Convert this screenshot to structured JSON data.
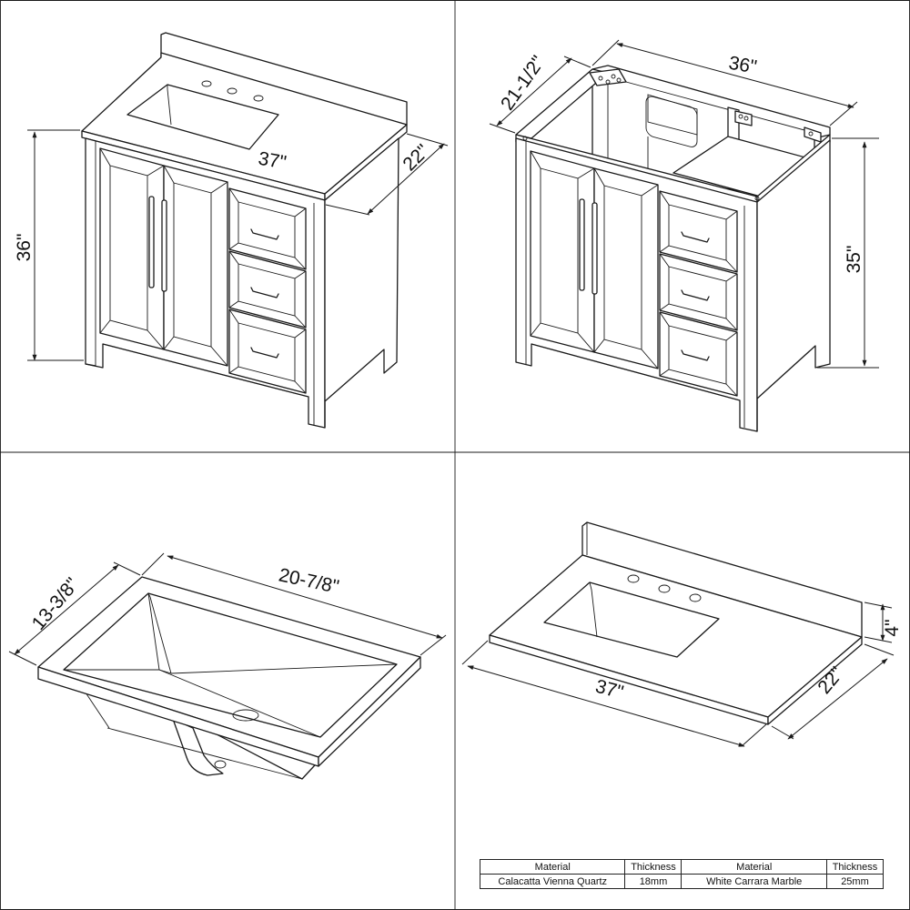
{
  "dimensions": {
    "vanity_width": "37\"",
    "vanity_depth": "22\"",
    "vanity_height": "36\"",
    "cabinet_width": "36\"",
    "cabinet_depth": "21-1/2\"",
    "cabinet_height": "35\"",
    "sink_length": "20-7/8\"",
    "sink_width": "13-3/8\"",
    "top_width": "37\"",
    "top_depth": "22\"",
    "backsplash_height": "4\""
  },
  "spec_table": {
    "headers": [
      "Material",
      "Thickness",
      "Material",
      "Thickness"
    ],
    "rows": [
      [
        "Calacatta Vienna Quartz",
        "18mm",
        "White Carrara Marble",
        "25mm"
      ]
    ]
  }
}
